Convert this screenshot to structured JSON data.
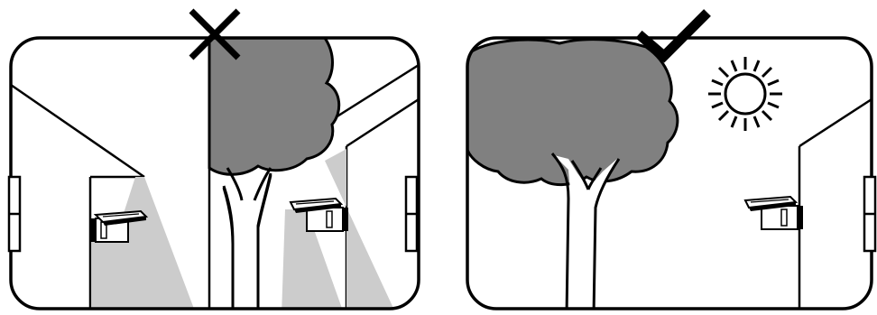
{
  "colors": {
    "outline": "#000000",
    "tree_fill": "#808080",
    "light_beam": "#cccccc",
    "background": "#ffffff",
    "panel_fill": "#ffffff"
  },
  "panels": [
    {
      "name": "left-panel",
      "verdict": "wrong",
      "verdict_icon": "cross-icon",
      "description_visible": false,
      "contains": [
        "tree",
        "house-wall",
        "building-wall",
        "solar-lamp",
        "solar-lamp",
        "light-beam",
        "light-beam"
      ]
    },
    {
      "name": "right-panel",
      "verdict": "correct",
      "verdict_icon": "checkmark-icon",
      "description_visible": false,
      "contains": [
        "tree",
        "sun",
        "building-wall",
        "solar-lamp"
      ]
    }
  ]
}
